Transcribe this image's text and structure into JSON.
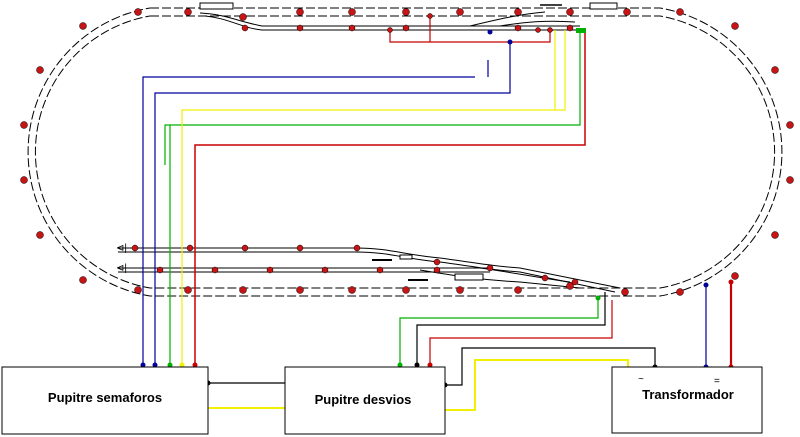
{
  "boxes": {
    "semaforos": "Pupitre semaforos",
    "desvios": "Pupitre desvios",
    "transformador": "Transformador"
  },
  "transformer_terminals": {
    "ac": "~",
    "dc": "="
  },
  "siding_labels": {
    "upper": "⊲|",
    "middle": "⊲|"
  },
  "colors": {
    "track": "#000000",
    "wire_blue": "#00009a",
    "wire_red": "#c80000",
    "wire_yellow": "#f0f000",
    "wire_green": "#00b000",
    "wire_black": "#000000",
    "node_red": "#c81414"
  }
}
